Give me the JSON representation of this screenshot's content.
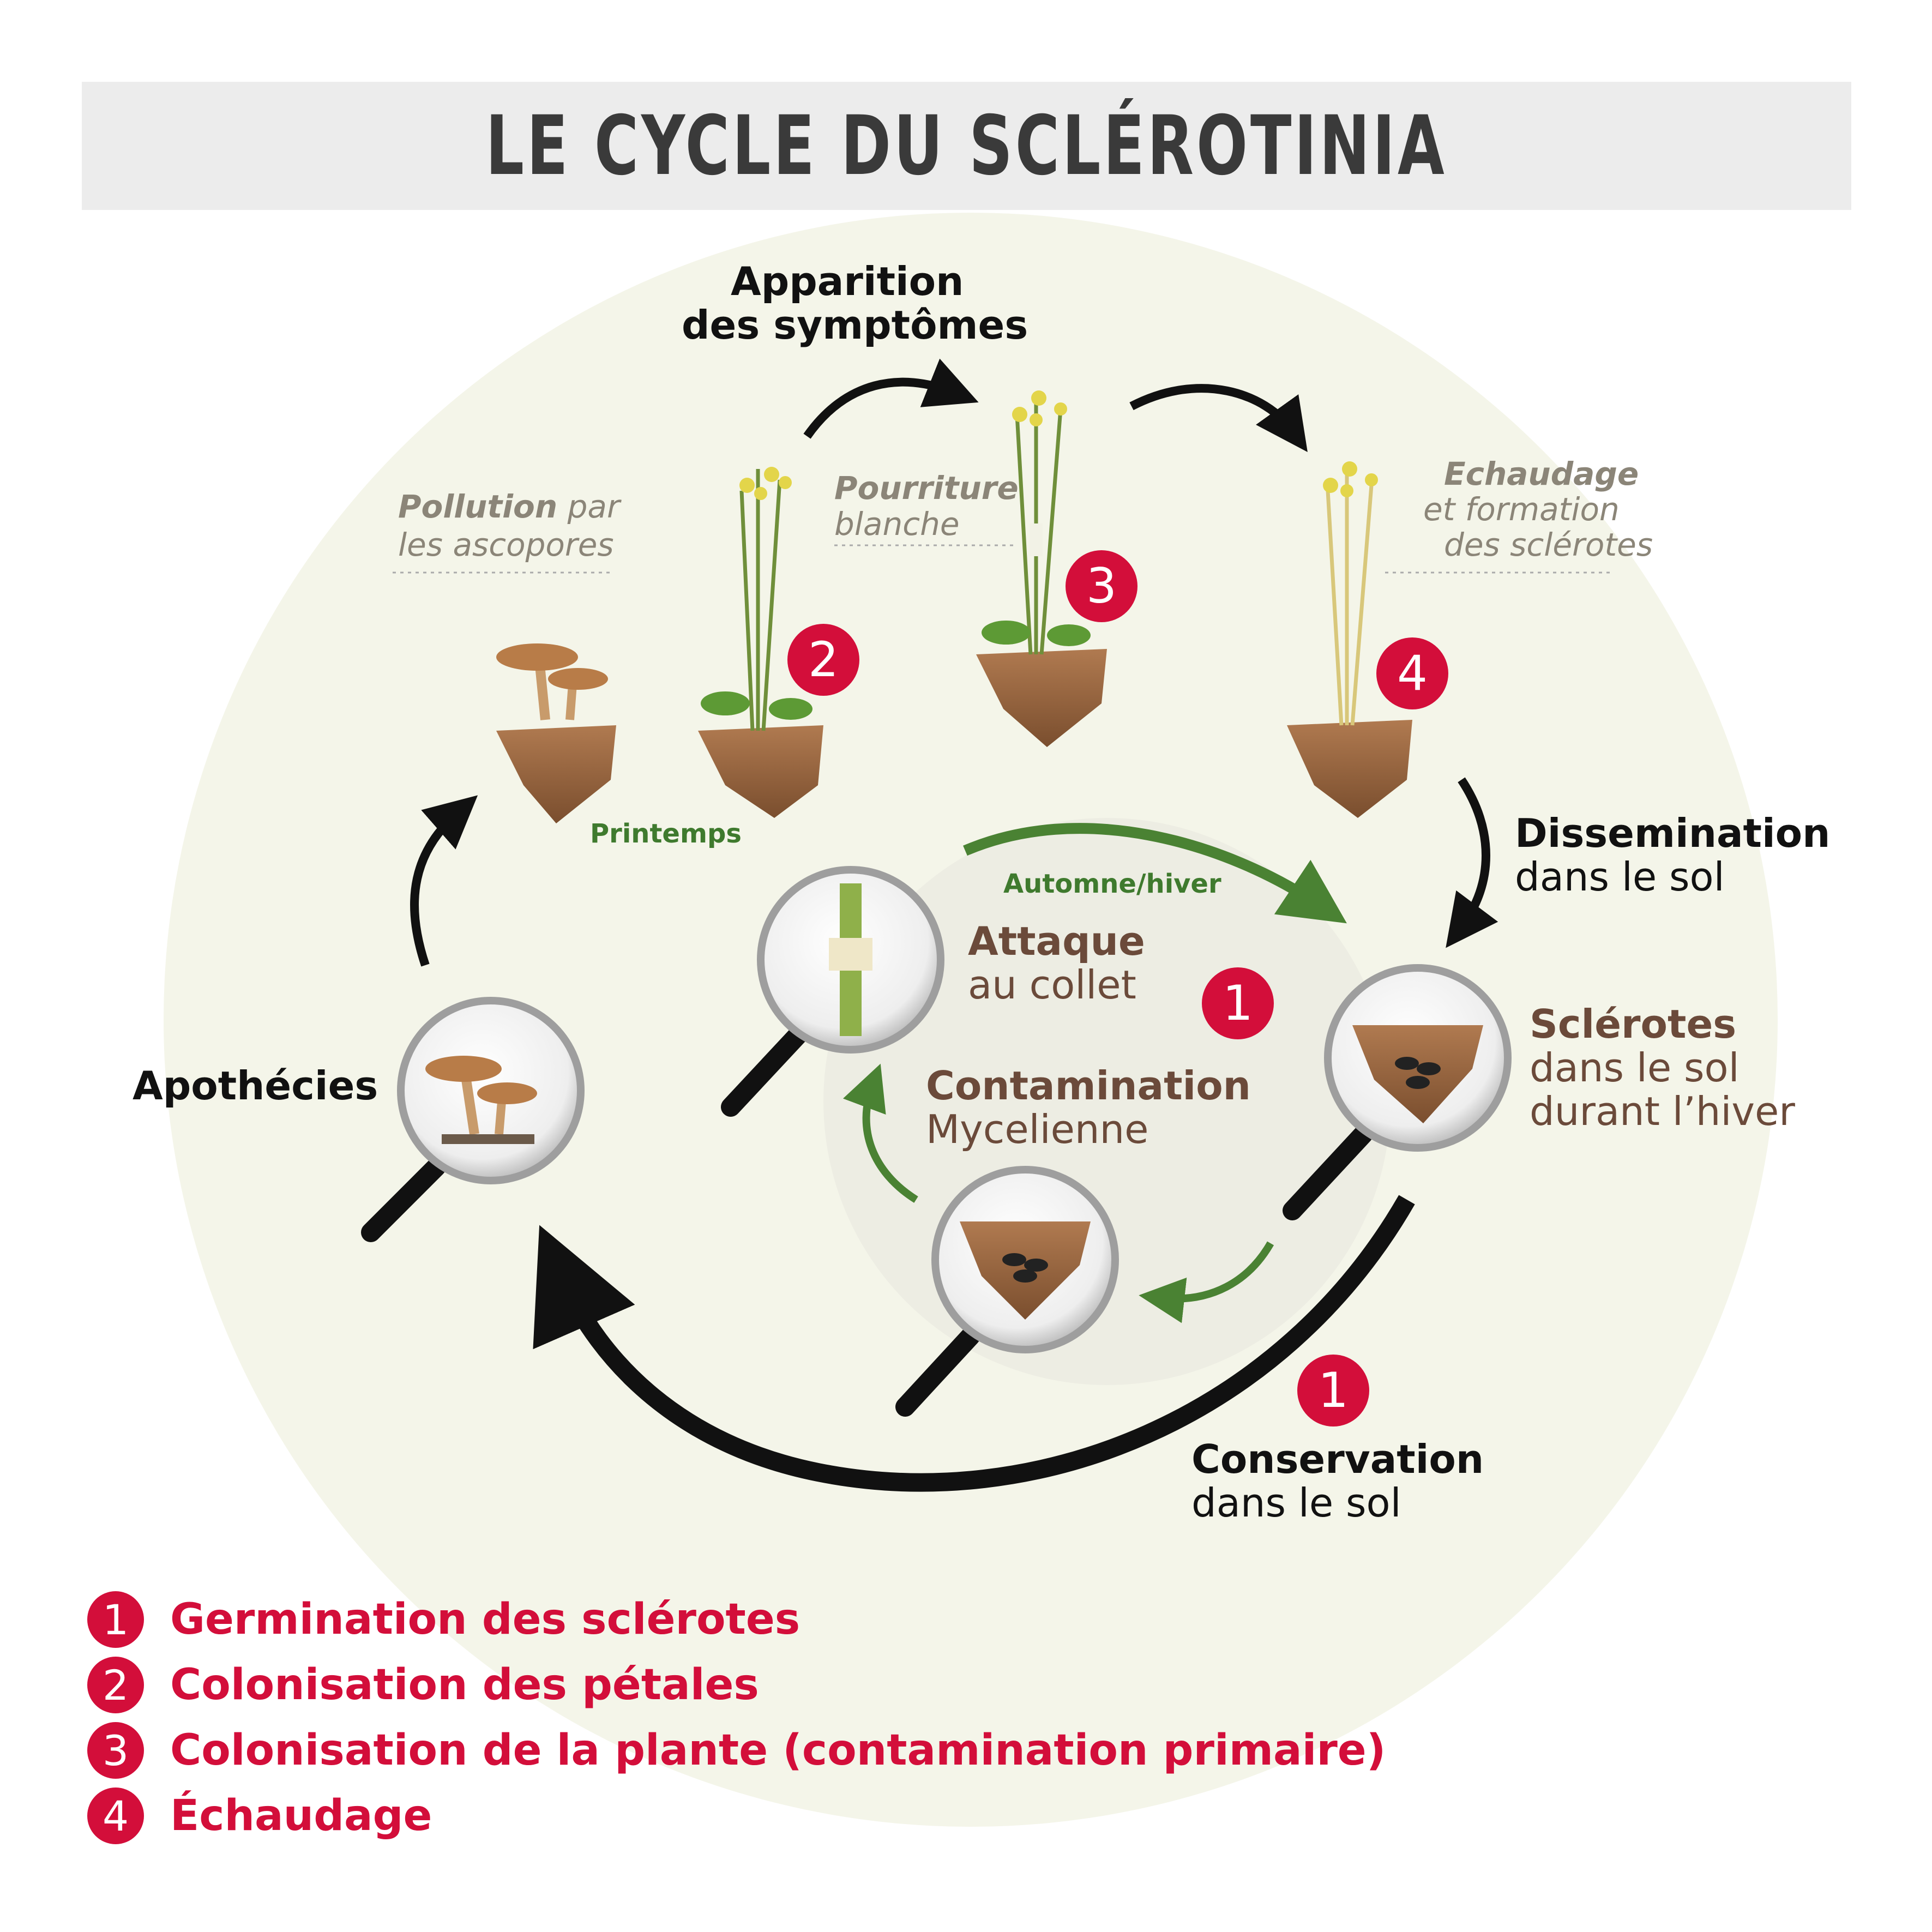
{
  "title": "LE CYCLE DU SCLÉROTINIA",
  "steps": {
    "apparition_l1": "Apparition",
    "apparition_l2": "des symptômes",
    "pollution_b": "Pollution",
    "pollution_r1": " par",
    "pollution_r2": "les ascopores",
    "pourriture_b": "Pourriture",
    "pourriture_r": "blanche",
    "echaudage_b": "Echaudage",
    "echaudage_r1": "et formation",
    "echaudage_r2": "des sclérotes",
    "printemps": "Printemps",
    "automne": "Automne/hiver",
    "dissemination_b": "Dissemination",
    "dissemination_r": "dans le sol",
    "attaque_b": "Attaque",
    "attaque_r": "au collet",
    "sclerotes_b": "Sclérotes",
    "sclerotes_r1": "dans le sol",
    "sclerotes_r2": "durant l’hiver",
    "apothecies": "Apothécies",
    "contamination_b": "Contamination",
    "contamination_r": "Mycelienne",
    "conservation_b": "Conservation",
    "conservation_r": "dans le sol"
  },
  "badges": [
    "2",
    "3",
    "4",
    "1",
    "1"
  ],
  "legend": [
    {
      "num": "1",
      "text": "Germination des sclérotes"
    },
    {
      "num": "2",
      "text": "Colonisation des pétales"
    },
    {
      "num": "3",
      "text": "Colonisation de la plante (contamination primaire)"
    },
    {
      "num": "4",
      "text": "Échaudage"
    }
  ],
  "colors": {
    "badge_red": "#d30e3a",
    "arrow_black": "#111111",
    "arrow_green": "#4a8233",
    "background_disc": "#f4f5e9",
    "soil_brown": "#9c6a44"
  }
}
